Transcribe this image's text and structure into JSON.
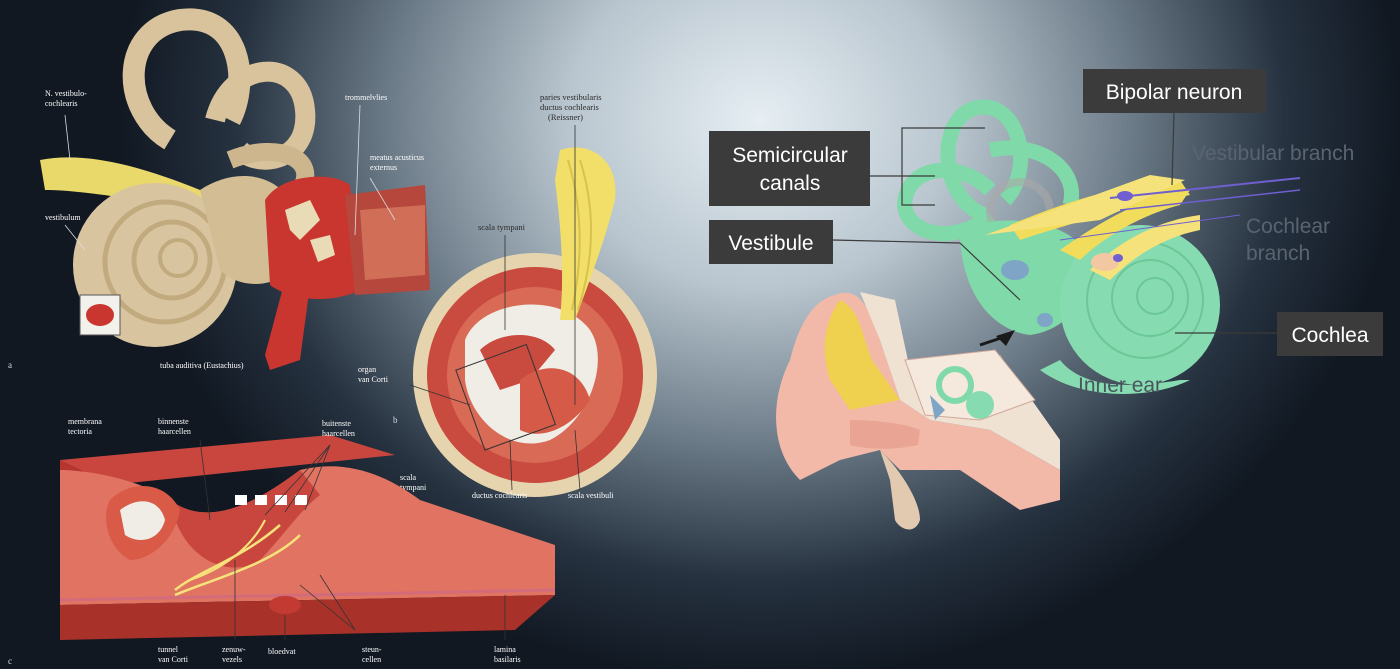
{
  "left_figure": {
    "panel_markers": {
      "a": "a",
      "b": "b",
      "c": "c"
    },
    "labels": {
      "n_vestibulocochlearis": [
        "N. vestibulo-",
        "cochlearis"
      ],
      "vestibulum": "vestibulum",
      "trommelvlies": "trommelvlies",
      "meatus_acusticus_externus": [
        "meatus acusticus",
        "externus"
      ],
      "tuba_auditiva": "tuba auditiva (Eustachius)",
      "scala_tympani": "scala tympani",
      "paries_vestibularis": [
        "paries vestibularis",
        "ductus cochlearis",
        "(Reissner)"
      ],
      "organ_corti": [
        "organ",
        "van Corti"
      ],
      "ductus_cochlearis": "ductus cochlearis",
      "scala_vestibuli": "scala vestibuli",
      "scala_tympani_lower": [
        "scala",
        "tympani"
      ],
      "membrana_tectoria": [
        "membrana",
        "tectoria"
      ],
      "binnenste_haarcellen": [
        "binnenste",
        "haarcellen"
      ],
      "buitenste_haarcellen": [
        "buitenste",
        "haarcellen"
      ],
      "steuncellen": [
        "steun-",
        "cellen"
      ],
      "tunnel": [
        "tunnel",
        "van Corti"
      ],
      "bloedvat": "bloedvat",
      "lamina_basilaris": [
        "lamina",
        "basilaris"
      ],
      "zenuwvezels": [
        "zenuw-",
        "vezels"
      ]
    }
  },
  "right_figure": {
    "labels": {
      "bipolar_neuron": "Bipolar neuron",
      "semicircular_canals": [
        "Semicircular",
        "canals"
      ],
      "vestibular_branch": "Vestibular branch",
      "cochlear_branch": [
        "Cochlear",
        "branch"
      ],
      "vestibule": "Vestibule",
      "cochlea": "Cochlea",
      "inner_ear": "Inner ear"
    }
  },
  "colors": {
    "bone": "#d9c4a0",
    "tissue_red": "#d4483f",
    "nerve_yellow": "#f2dc5c",
    "inner_ear_green": "#7fd9a8",
    "label_box": "#3b3b3b",
    "skin": "#f2b9a8"
  }
}
